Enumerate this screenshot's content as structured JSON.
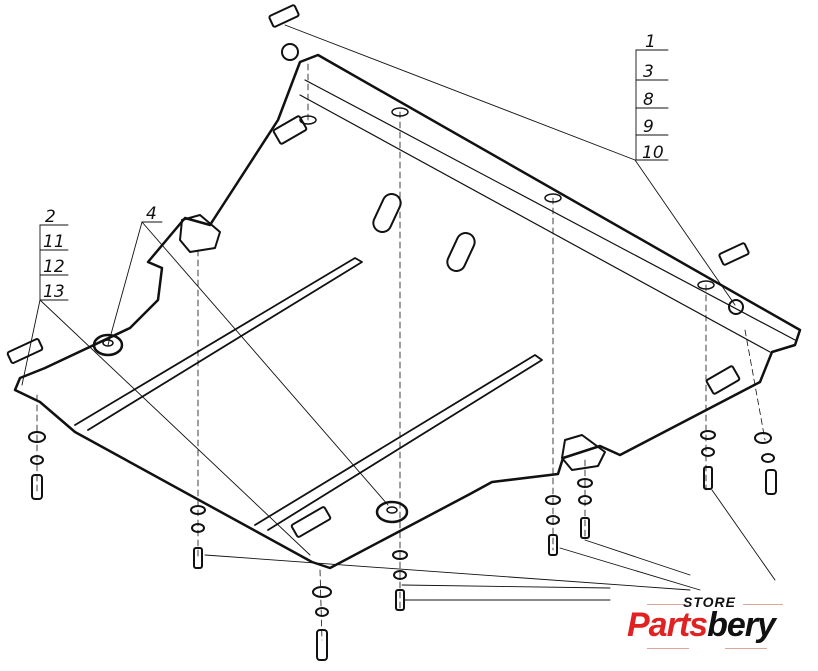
{
  "diagram": {
    "callouts": {
      "right_group": [
        "1",
        "3",
        "8",
        "9",
        "10"
      ],
      "left_group": [
        "2",
        "11",
        "12",
        "13"
      ],
      "single": "4"
    }
  },
  "logo": {
    "store": "STORE",
    "brand_red": "Parts",
    "brand_black": "bery",
    "colors": {
      "red": "#e02222",
      "black": "#111111"
    }
  }
}
